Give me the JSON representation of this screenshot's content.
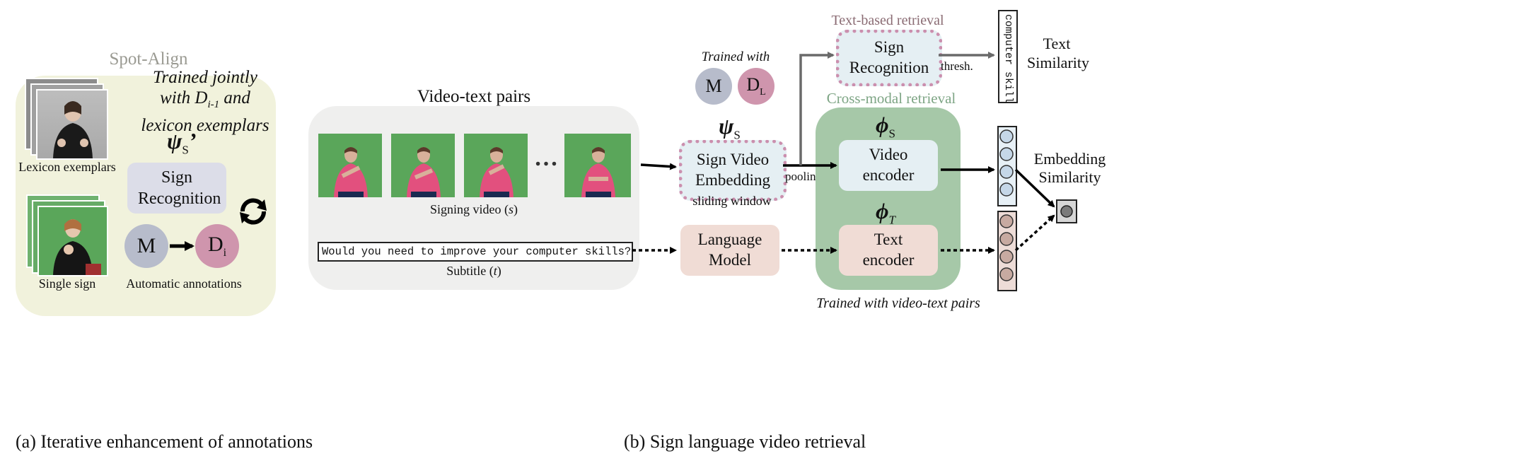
{
  "panel_a": {
    "title": "Spot-Align",
    "trained_text_line1": "Trained jointly",
    "trained_text_line2_pre": "with D",
    "trained_text_line2_sub": "i-1",
    "trained_text_line2_post": " and",
    "trained_text_line3": "lexicon exemplars",
    "psi_symbol": "ψ",
    "psi_sub": "S",
    "psi_prime": "’",
    "sign_recognition": "Sign Recognition",
    "m_label": "M",
    "d_label": "D",
    "d_sub": "i",
    "lexicon_caption": "Lexicon exemplars",
    "single_caption": "Single sign",
    "auto_caption": "Automatic annotations",
    "caption": "(a) Iterative enhancement of annotations"
  },
  "panel_b": {
    "pairs_title": "Video-text pairs",
    "ellipsis": "…",
    "signing_caption_pre": "Signing video (",
    "signing_caption_var": "s",
    "signing_caption_post": ")",
    "subtitle_text": "Would you need to improve your computer skills?",
    "subtitle_caption_pre": "Subtitle (",
    "subtitle_caption_var": "t",
    "subtitle_caption_post": ")",
    "trained_with": "Trained with",
    "m_label": "M",
    "dl_label": "D",
    "dl_sub": "L",
    "psi_symbol": "ψ",
    "psi_sub": "S",
    "sign_video_embedding": "Sign Video Embedding",
    "sliding_window": "sliding window",
    "pooling": "pooling",
    "text_based_retrieval": "Text-based retrieval",
    "sign_recognition": "Sign Recognition",
    "thresh": "thresh.",
    "computer_skill": "computer skill",
    "text_similarity": "Text Similarity",
    "cross_modal_retrieval": "Cross-modal retrieval",
    "phi_symbol": "ϕ",
    "phi_s_sub": "S",
    "phi_t_sub": "T",
    "video_encoder": "Video encoder",
    "text_encoder": "Text encoder",
    "language_model": "Language Model",
    "embedding_similarity": "Embedding Similarity",
    "trained_pairs": "Trained with video-text pairs",
    "caption": "(b) Sign language video retrieval"
  },
  "colors": {
    "panel_a_bg": "#f1f2dc",
    "panel_b_bg": "#efefee",
    "sign_rec_bg": "#dcdde8",
    "m_circle": "#b7bccb",
    "d_circle": "#cf95ad",
    "embed_bg": "#e5eff3",
    "dot_pink": "#cb8fae",
    "cross_modal_bg": "#a6c8a8",
    "encoder_bg": "#e5eff3",
    "text_enc_bg": "#f0dcd5",
    "lang_model_bg": "#f0dcd5",
    "vec_blue_bg": "#e7f0f6",
    "vec_blue_dot": "#c5d7e8",
    "vec_pink_bg": "#eddcd7",
    "vec_pink_dot": "#c7aaa1",
    "green_video": "#5aa65a",
    "shirt_pink": "#e2507e"
  }
}
